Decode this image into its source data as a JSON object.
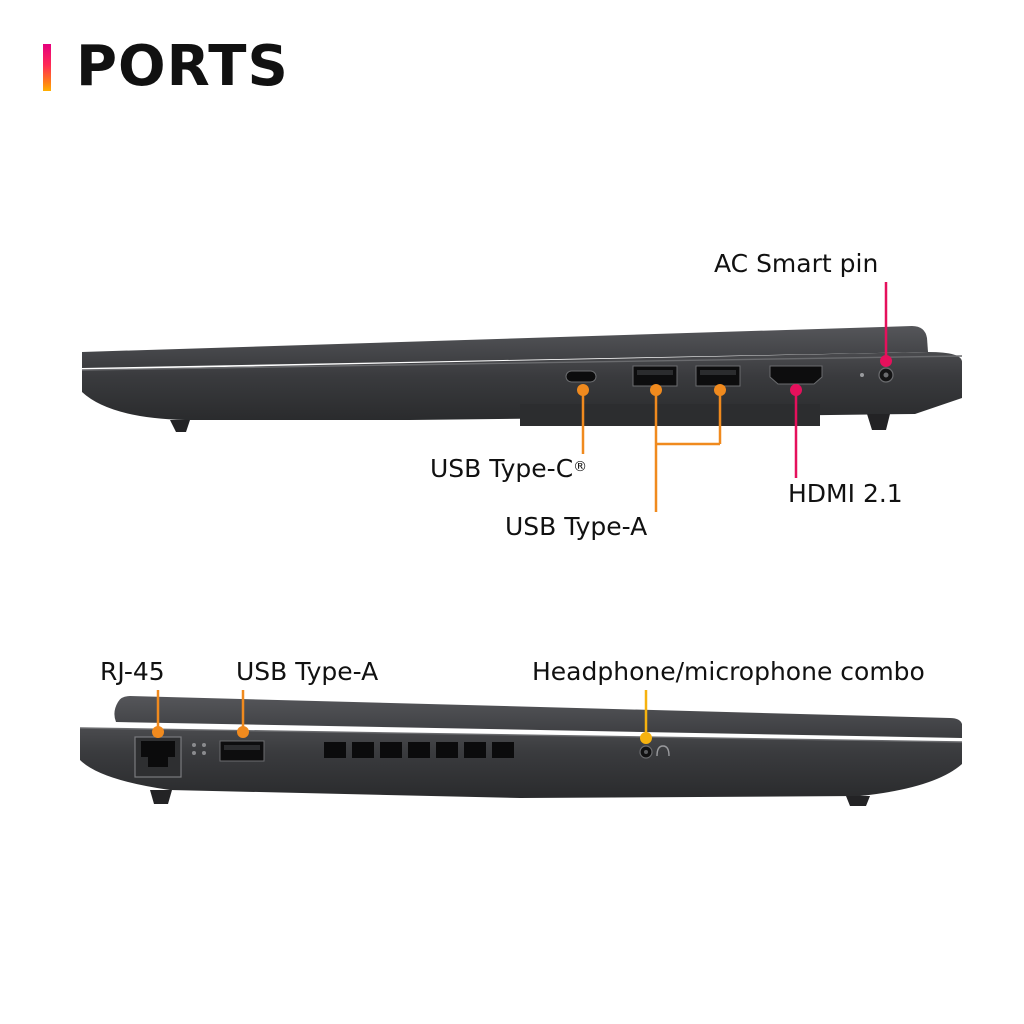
{
  "title": "PORTS",
  "colors": {
    "accent_pink": "#e5105c",
    "accent_orange": "#f08a1e",
    "accent_yellow": "#f6b20f",
    "chassis": "#3a3a3d"
  },
  "right_side": {
    "ac_smart_pin": "AC Smart pin",
    "usb_c": "USB Type-C",
    "usb_c_mark": "®",
    "usb_a": "USB Type-A",
    "hdmi": "HDMI 2.1"
  },
  "left_side": {
    "rj45": "RJ-45",
    "usb_a": "USB Type-A",
    "audio": "Headphone/microphone combo"
  }
}
